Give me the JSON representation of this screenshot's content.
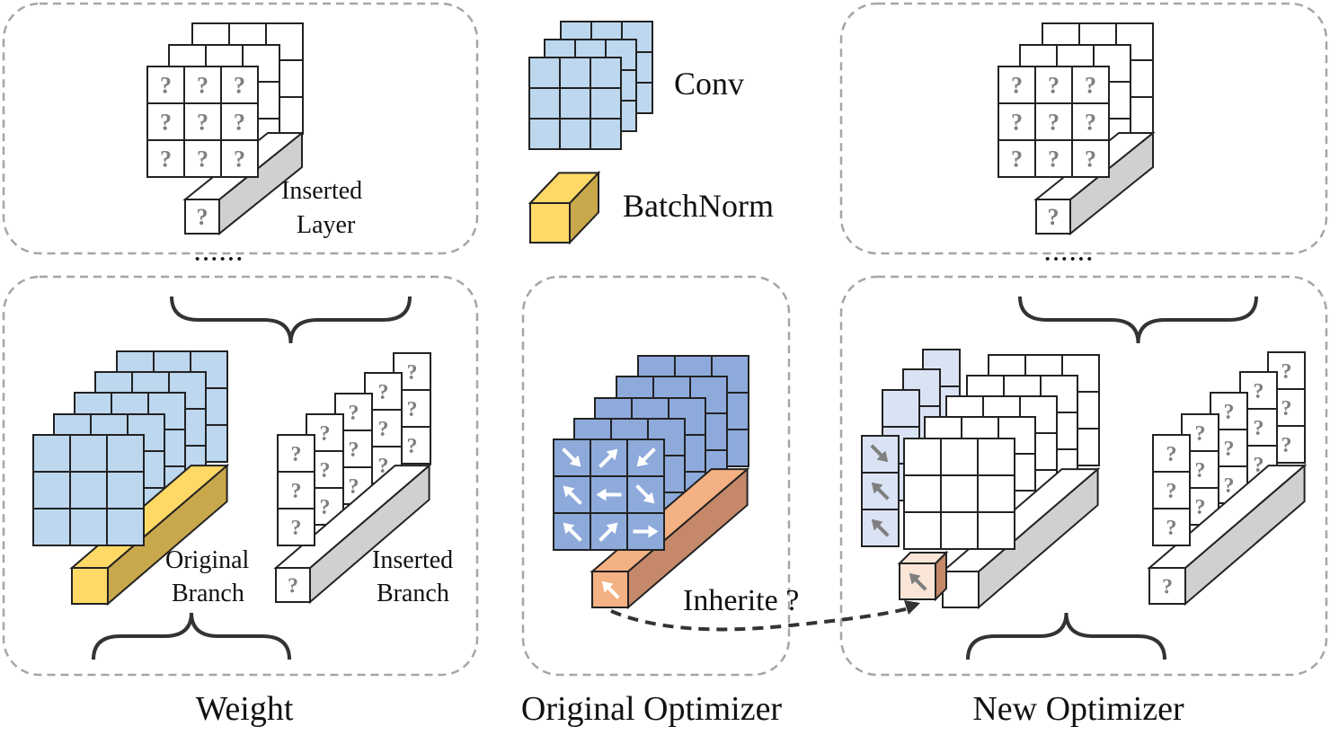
{
  "legend": {
    "conv_label": "Conv",
    "batchnorm_label": "BatchNorm"
  },
  "top_left": {
    "inserted_layer_line1": "Inserted",
    "inserted_layer_line2": "Layer",
    "ellipsis": "······"
  },
  "top_right": {
    "ellipsis": "······"
  },
  "weight_panel": {
    "original_branch_line1": "Original",
    "original_branch_line2": "Branch",
    "inserted_branch_line1": "Inserted",
    "inserted_branch_line2": "Branch",
    "caption": "Weight"
  },
  "original_optimizer_panel": {
    "caption": "Original Optimizer",
    "inherit_label": "Inherite ?"
  },
  "new_optimizer_panel": {
    "caption": "New Optimizer"
  },
  "unknown_symbol": "?",
  "colors": {
    "conv_fill": "#bcd7ee",
    "conv_stroke": "#222222",
    "batchnorm_front": "#ffd966",
    "batchnorm_side": "#c9a84b",
    "optimizer_conv_fill": "#8eaadb",
    "optimizer_bn_front": "#f4b183",
    "optimizer_bn_side": "#c5896a",
    "faded_conv_fill": "#dae3f3",
    "faded_bn_front": "#fbe5d6",
    "panel_border": "#a6a6a6",
    "bar_side": "#d0d0d0",
    "question_mark": "#7f7f7f",
    "gradient_arrow_light": "#ffffff",
    "gradient_arrow_dark": "#7f7f7f"
  }
}
